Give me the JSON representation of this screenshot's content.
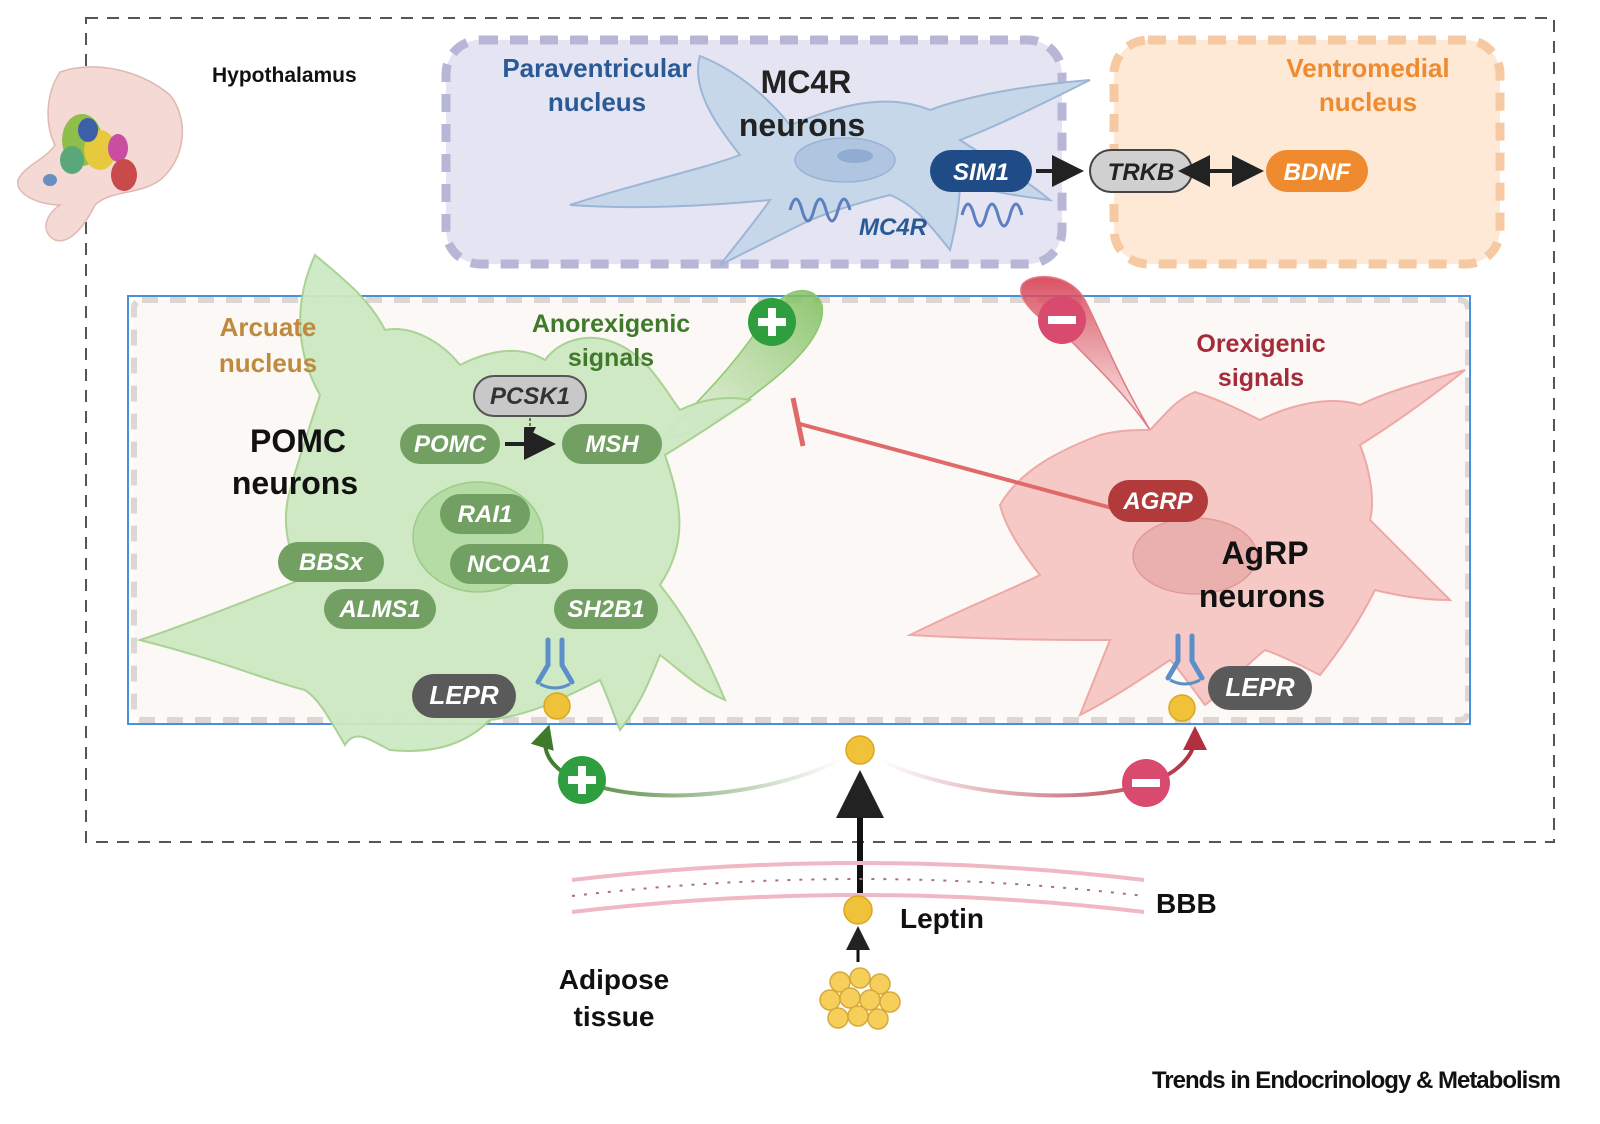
{
  "region": {
    "hypothalamus": "Hypothalamus"
  },
  "paraventricular": {
    "label_line1": "Paraventricular",
    "label_line2": "nucleus",
    "neuron_line1": "MC4R",
    "neuron_line2": "neurons",
    "receptor": "MC4R"
  },
  "ventromedial": {
    "label_line1": "Ventromedial",
    "label_line2": "nucleus"
  },
  "genes": {
    "sim1": "SIM1",
    "trkb": "TRKB",
    "bdnf": "BDNF",
    "pcsk1": "PCSK1",
    "pomc": "POMC",
    "msh": "MSH",
    "rai1": "RAI1",
    "ncoa1": "NCOA1",
    "bbsx": "BBSx",
    "alms1": "ALMS1",
    "sh2b1": "SH2B1",
    "lepr": "LEPR",
    "agrp": "AGRP"
  },
  "arcuate": {
    "label_line1": "Arcuate",
    "label_line2": "nucleus",
    "anorexigenic_line1": "Anorexigenic",
    "anorexigenic_line2": "signals",
    "orexigenic_line1": "Orexigenic",
    "orexigenic_line2": "signals",
    "pomc_line1": "POMC",
    "pomc_line2": "neurons",
    "agrp_line1": "AgRP",
    "agrp_line2": "neurons"
  },
  "periphery": {
    "bbb": "BBB",
    "leptin": "Leptin",
    "adipose_line1": "Adipose",
    "adipose_line2": "tissue"
  },
  "footer": {
    "journal": "Trends in Endocrinology & Metabolism"
  },
  "colors": {
    "pvn_box": "#e4e4f2",
    "vmn_box": "#fde9d6",
    "green_cell": "#cde9c3",
    "red_cell": "#f6c7c4",
    "green_pill": "#72a062",
    "grey_pill": "#5a5a5a",
    "navy_pill": "#1f4b86",
    "orange_pill": "#ef8a2e",
    "agrp_pill": "#b33a3a",
    "plus": "#2e9e3e",
    "minus": "#d84a6e"
  }
}
